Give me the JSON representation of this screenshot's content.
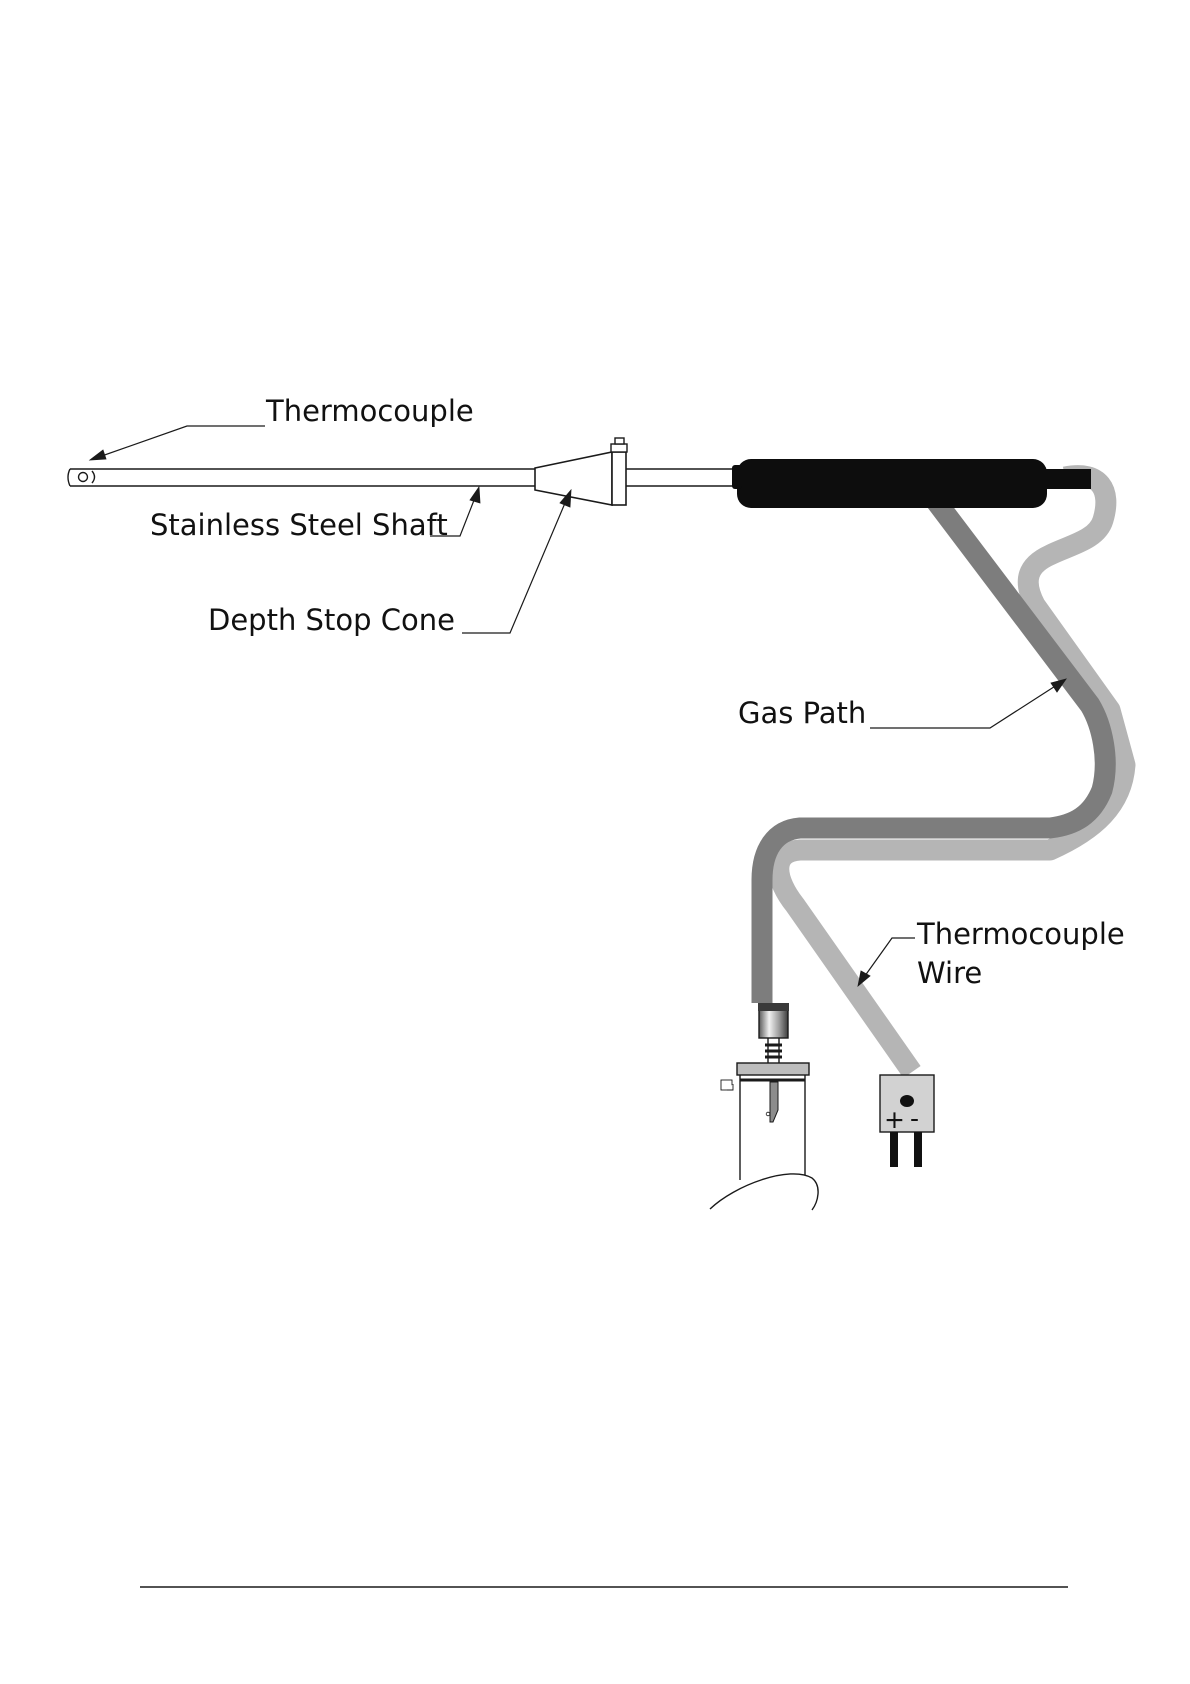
{
  "labels": {
    "thermocouple": "Thermocouple",
    "shaft": "Stainless Steel Shaft",
    "cone": "Depth Stop Cone",
    "gas_path": "Gas Path",
    "tc_wire_line1": "Thermocouple",
    "tc_wire_line2": "Wire"
  },
  "connector": {
    "plus": "+",
    "minus": "-"
  },
  "colors": {
    "handle": "#0d0d0d",
    "gas_path": "#7d7d7d",
    "thermocouple_wire": "#b5b5b5",
    "connector_body": "#d2d2d2",
    "line": "#1a1a1a"
  }
}
